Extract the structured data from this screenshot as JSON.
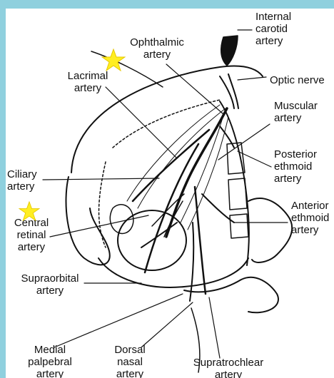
{
  "labels": {
    "internal_carotid": "Internal\ncarotid\nartery",
    "ophthalmic": "Ophthalmic\nartery",
    "lacrimal": "Lacrimal\nartery",
    "optic_nerve": "Optic nerve",
    "muscular": "Muscular\nartery",
    "posterior_ethmoid": "Posterior\nethmoid\nartery",
    "ciliary": "Ciliary\nartery",
    "anterior_ethmoid": "Anterior\nethmoid\nartery",
    "central_retinal": "Central\nretinal\nartery",
    "supraorbital": "Supraorbital\nartery",
    "medial_palpebral": "Medial\npalpebral\nartery",
    "dorsal_nasal": "Dorsal\nnasal\nartery",
    "supratrochlear": "Supratrochlear\nartery"
  },
  "colors": {
    "background": "#8fd0de",
    "star": "#ffee22",
    "ink": "#111111"
  },
  "stars": [
    "star-lacrimal",
    "star-central-retinal"
  ]
}
